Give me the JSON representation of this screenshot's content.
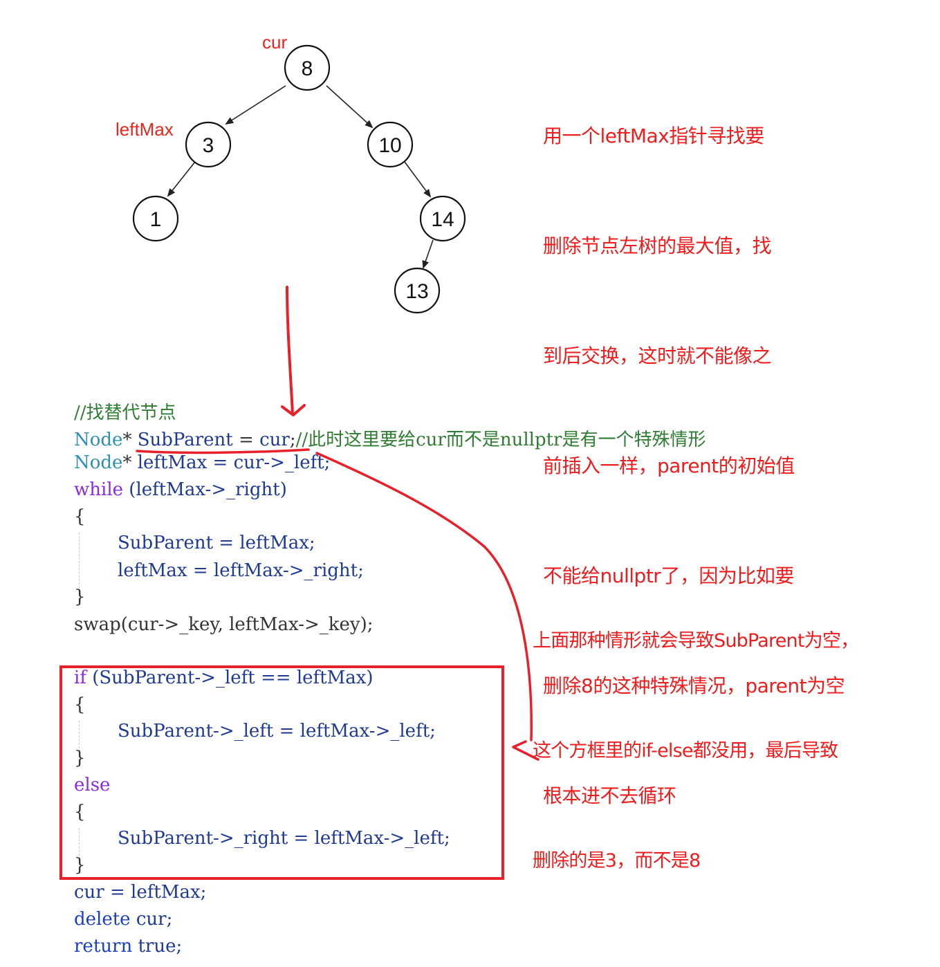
{
  "tree": {
    "nodes": [
      {
        "id": "n8",
        "label": "8"
      },
      {
        "id": "n3",
        "label": "3"
      },
      {
        "id": "n10",
        "label": "10"
      },
      {
        "id": "n1",
        "label": "1"
      },
      {
        "id": "n14",
        "label": "14"
      },
      {
        "id": "n13",
        "label": "13"
      }
    ],
    "edges": [
      [
        "n8",
        "n3"
      ],
      [
        "n8",
        "n10"
      ],
      [
        "n3",
        "n1"
      ],
      [
        "n10",
        "n14"
      ],
      [
        "n14",
        "n13"
      ]
    ],
    "cur_label": "cur",
    "leftmax_label": "leftMax"
  },
  "note_top": {
    "lines": [
      "用一个leftMax指针寻找要",
      "删除节点左树的最大值，找",
      "到后交换，这时就不能像之",
      "前插入一样，parent的初始值",
      "不能给nullptr了，因为比如要",
      "删除8的这种特殊情况，parent为空",
      "根本进不去循环"
    ]
  },
  "note_middle": {
    "lines": [
      "上面那种情形就会导致SubParent为空，",
      "这个方框里的if-else都没用，最后导致",
      "删除的是3，而不是8"
    ]
  },
  "code": {
    "comment_find": "//找替代节点",
    "line_subparent_type": "Node",
    "line_subparent_star": "* ",
    "line_subparent_var": "SubParent",
    "line_subparent_eq": " = ",
    "line_subparent_val": "cur",
    "line_subparent_semi": ";",
    "line_subparent_comment": "//此时这里要给cur而不是nullptr是有一个特殊情形",
    "line_leftmax_type": "Node",
    "line_leftmax_star": "* ",
    "line_leftmax_rest": "leftMax = cur->_left;",
    "line_while_kw": "while",
    "line_while_rest": " (leftMax->_right)",
    "brace_open_1": "{",
    "line_w1": "SubParent = leftMax;",
    "line_w2": "leftMax = leftMax->_right;",
    "brace_close_1": "}",
    "line_swap": "swap(cur->_key, leftMax->_key);",
    "line_if_kw": "if",
    "line_if_rest": " (SubParent->_left == leftMax)",
    "brace_open_2": "{",
    "line_if_body": "SubParent->_left = leftMax->_left;",
    "brace_close_2": "}",
    "line_else_kw": "else",
    "brace_open_3": "{",
    "line_else_body": "SubParent->_right = leftMax->_left;",
    "brace_close_3": "}",
    "line_cur": "cur = leftMax;",
    "line_delete_kw": "delete",
    "line_delete_rest": " cur;",
    "line_return_kw": "return",
    "line_return_rest": " true;"
  },
  "colors": {
    "annotation_red": "#e8202a",
    "comment_green": "#2e7d32",
    "type_teal": "#2b91af",
    "keyword_purple": "#8a2be2"
  }
}
